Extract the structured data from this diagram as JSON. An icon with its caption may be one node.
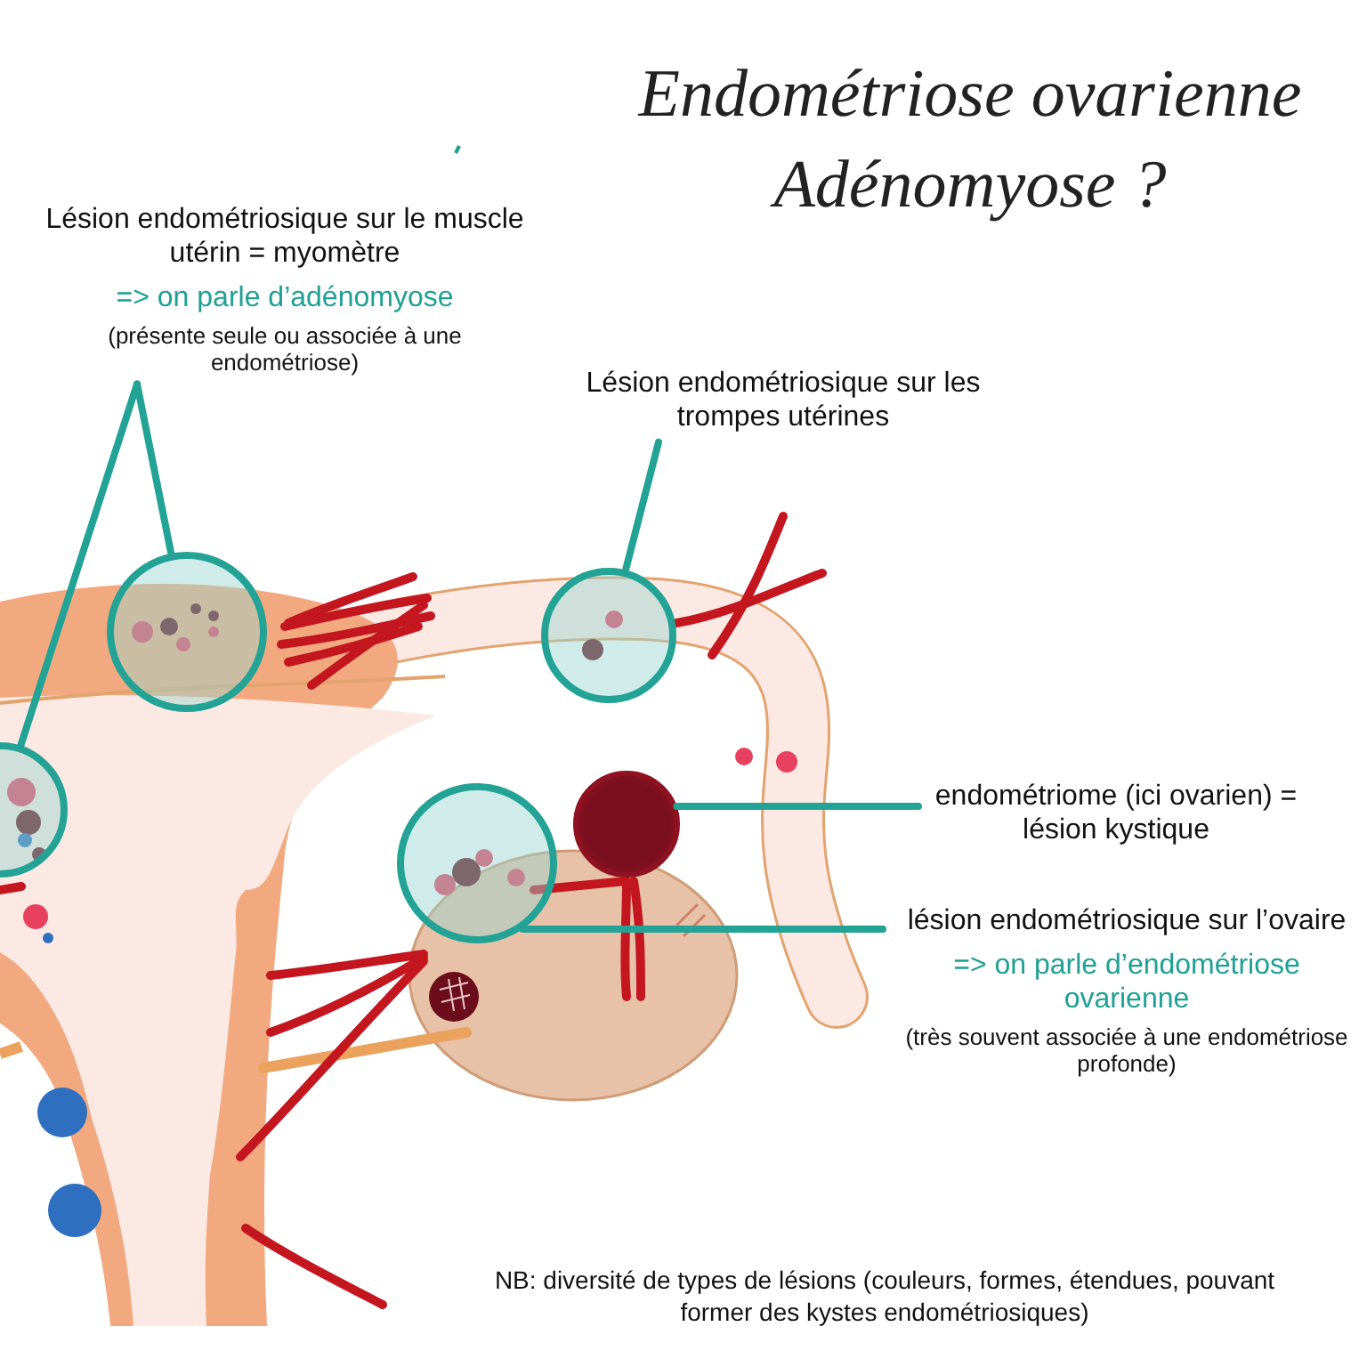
{
  "diagram": {
    "title": "Endométriose ovarienne Adénomyose ?",
    "nodes": [
      {
        "text": [
          "Lésion endométriosique sur le muscle utérin = myomètre",
          "=> on parle d’adénomyose",
          "(présente seule ou associée à une endométriose)"
        ]
      },
      {
        "text": [],
        "shape": "circle"
      },
      {
        "text": [],
        "shape": "circle"
      },
      {
        "text": [
          "Lésion endométriosique sur les trompes utérines"
        ]
      },
      {
        "text": [],
        "shape": "circle"
      },
      {
        "text": [],
        "shape": "circle"
      },
      {
        "text": [
          "endométriome (ici ovarien) = lésion kystique"
        ]
      },
      {
        "text": [],
        "shape": "circle"
      },
      {
        "text": [
          "lésion endométriosique sur l’ovaire",
          "=> on parle d’endométriose ovarienne",
          "(très souvent associée à une endométriose profonde)"
        ]
      }
    ],
    "edges": [
      {
        "from": 0,
        "to": 1,
        "arrow": "none"
      },
      {
        "from": 0,
        "to": 2,
        "arrow": "none"
      },
      {
        "from": 3,
        "to": 4,
        "arrow": "none"
      },
      {
        "from": 6,
        "to": 7,
        "arrow": "none"
      },
      {
        "from": 8,
        "to": 5,
        "arrow": "none"
      }
    ],
    "labels": [
      "NB: diversité de types de lésions (couleurs, formes, étendues, pouvant former des kystes endométriosiques)"
    ]
  }
}
